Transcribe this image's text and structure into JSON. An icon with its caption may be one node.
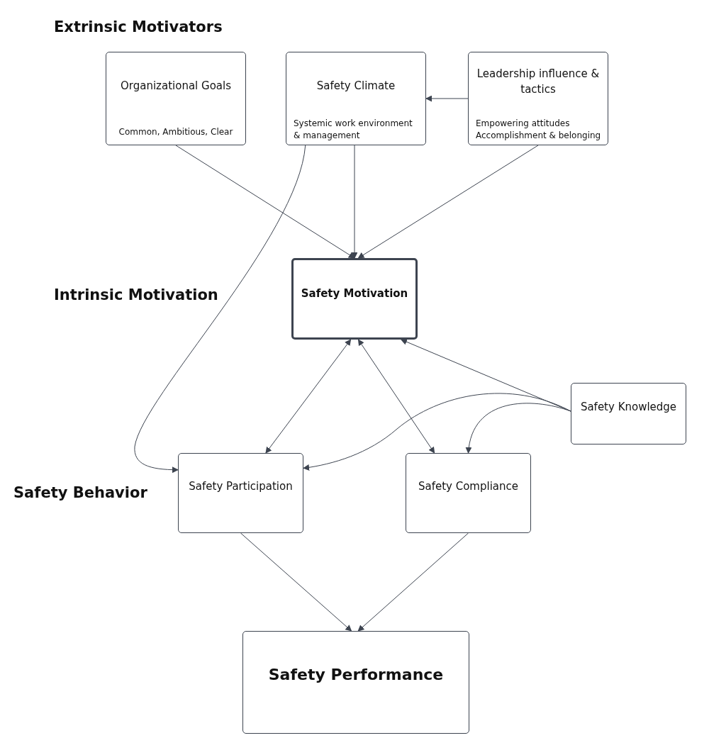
{
  "diagram": {
    "nodes": [
      {
        "text": [
          "Organizational Goals",
          "Common, Ambitious, Clear"
        ]
      },
      {
        "text": [
          "Safety Climate",
          "Systemic work environment & management"
        ]
      },
      {
        "text": [
          "Leadership influence & tactics",
          "Empowering attitudes",
          "Accomplishment & belonging"
        ]
      },
      {
        "text": [
          "Safety Motivation"
        ]
      },
      {
        "text": [
          "Safety Knowledge"
        ]
      },
      {
        "text": [
          "Safety Participation"
        ]
      },
      {
        "text": [
          "Safety Compliance"
        ]
      },
      {
        "text": [
          "Safety Performance"
        ]
      }
    ],
    "edges": [
      {
        "from": 0,
        "to": 3,
        "arrow": "to"
      },
      {
        "from": 1,
        "to": 3,
        "arrow": "to"
      },
      {
        "from": 2,
        "to": 3,
        "arrow": "to"
      },
      {
        "from": 2,
        "to": 1,
        "arrow": "to"
      },
      {
        "from": 1,
        "to": 5,
        "arrow": "to"
      },
      {
        "from": 3,
        "to": 5,
        "arrow": "both"
      },
      {
        "from": 3,
        "to": 6,
        "arrow": "both"
      },
      {
        "from": 4,
        "to": 3,
        "arrow": "to"
      },
      {
        "from": 4,
        "to": 5,
        "arrow": "to"
      },
      {
        "from": 4,
        "to": 6,
        "arrow": "to"
      },
      {
        "from": 5,
        "to": 7,
        "arrow": "to"
      },
      {
        "from": 6,
        "to": 7,
        "arrow": "to"
      }
    ],
    "labels": [
      "Extrinsic Motivators",
      "Intrinsic Motivation",
      "Safety Behavior"
    ]
  }
}
